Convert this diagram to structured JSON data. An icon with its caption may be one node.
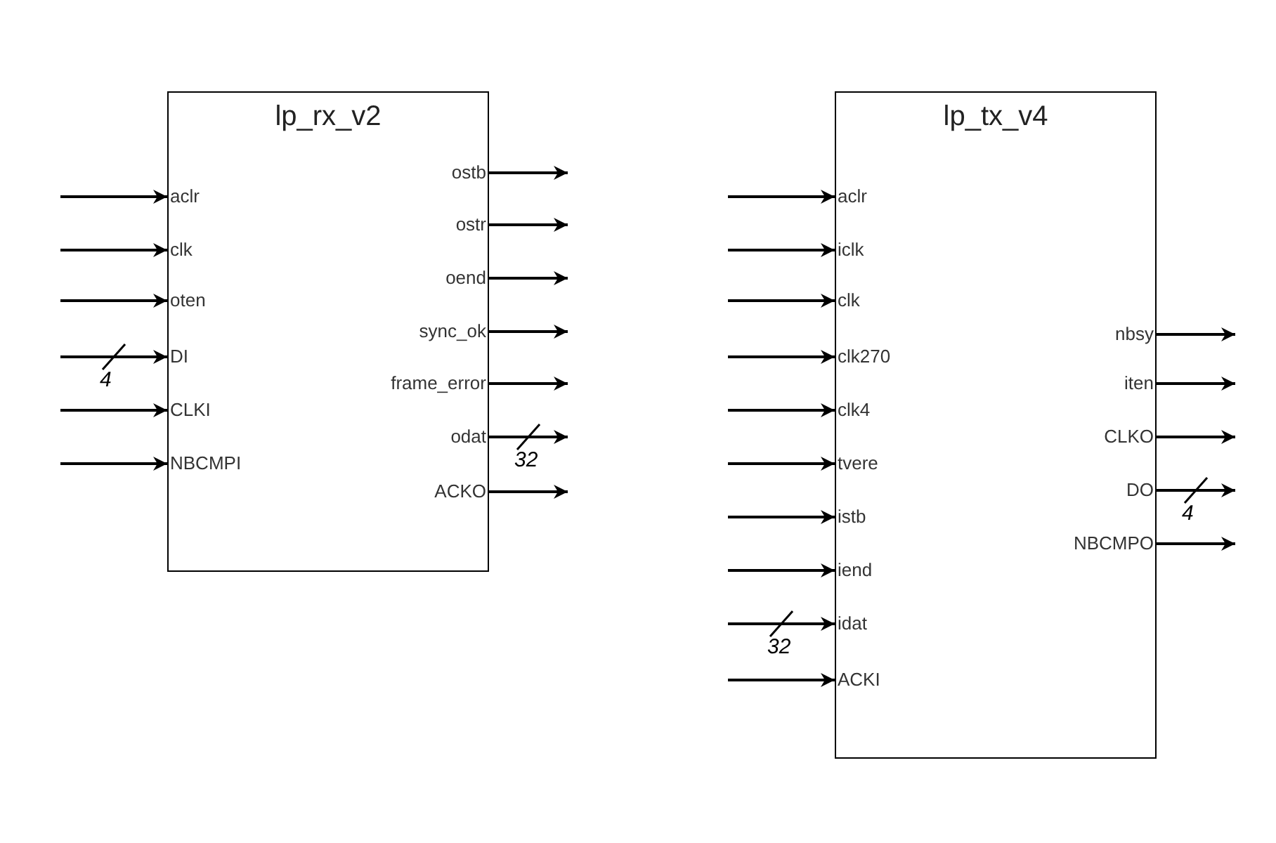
{
  "diagram": {
    "nodes": [
      {
        "text": [
          "lp_rx_v2"
        ]
      },
      {
        "text": [
          "aclr"
        ],
        "in": 0
      },
      {
        "text": [
          "clk"
        ],
        "in": 0
      },
      {
        "text": [
          "oten"
        ],
        "in": 0
      },
      {
        "text": [
          "DI"
        ],
        "in": 0
      },
      {
        "text": [
          "CLKI"
        ],
        "in": 0
      },
      {
        "text": [
          "NBCMPI"
        ],
        "in": 0
      },
      {
        "text": [
          "ostb"
        ],
        "in": 0
      },
      {
        "text": [
          "ostr"
        ],
        "in": 0
      },
      {
        "text": [
          "oend"
        ],
        "in": 0
      },
      {
        "text": [
          "sync_ok"
        ],
        "in": 0
      },
      {
        "text": [
          "frame_error"
        ],
        "in": 0
      },
      {
        "text": [
          "odat"
        ],
        "in": 0
      },
      {
        "text": [
          "ACKO"
        ],
        "in": 0
      },
      {
        "text": [
          "lp_tx_v4"
        ]
      },
      {
        "text": [
          "aclr"
        ],
        "in": 14
      },
      {
        "text": [
          "iclk"
        ],
        "in": 14
      },
      {
        "text": [
          "clk"
        ],
        "in": 14
      },
      {
        "text": [
          "clk270"
        ],
        "in": 14
      },
      {
        "text": [
          "clk4"
        ],
        "in": 14
      },
      {
        "text": [
          "tvere"
        ],
        "in": 14
      },
      {
        "text": [
          "istb"
        ],
        "in": 14
      },
      {
        "text": [
          "iend"
        ],
        "in": 14
      },
      {
        "text": [
          "idat"
        ],
        "in": 14
      },
      {
        "text": [
          "ACKI"
        ],
        "in": 14
      },
      {
        "text": [
          "nbsy"
        ],
        "in": 14
      },
      {
        "text": [
          "iten"
        ],
        "in": 14
      },
      {
        "text": [
          "CLKO"
        ],
        "in": 14
      },
      {
        "text": [
          "DO"
        ],
        "in": 14
      },
      {
        "text": [
          "NBCMPO"
        ],
        "in": 14
      }
    ],
    "edges": [
      {
        "from": null,
        "to": 1,
        "arrow": "to"
      },
      {
        "from": null,
        "to": 2,
        "arrow": "to"
      },
      {
        "from": null,
        "to": 3,
        "arrow": "to"
      },
      {
        "from": null,
        "to": 4,
        "arrow": "to",
        "label": "4"
      },
      {
        "from": null,
        "to": 5,
        "arrow": "to"
      },
      {
        "from": null,
        "to": 6,
        "arrow": "to"
      },
      {
        "from": 7,
        "to": null,
        "arrow": "to"
      },
      {
        "from": 8,
        "to": null,
        "arrow": "to"
      },
      {
        "from": 9,
        "to": null,
        "arrow": "to"
      },
      {
        "from": 10,
        "to": null,
        "arrow": "to"
      },
      {
        "from": 11,
        "to": null,
        "arrow": "to"
      },
      {
        "from": 12,
        "to": null,
        "arrow": "to",
        "label": "32"
      },
      {
        "from": 13,
        "to": null,
        "arrow": "to"
      },
      {
        "from": null,
        "to": 15,
        "arrow": "to"
      },
      {
        "from": null,
        "to": 16,
        "arrow": "to"
      },
      {
        "from": null,
        "to": 17,
        "arrow": "to"
      },
      {
        "from": null,
        "to": 18,
        "arrow": "to"
      },
      {
        "from": null,
        "to": 19,
        "arrow": "to"
      },
      {
        "from": null,
        "to": 20,
        "arrow": "to"
      },
      {
        "from": null,
        "to": 21,
        "arrow": "to"
      },
      {
        "from": null,
        "to": 22,
        "arrow": "to"
      },
      {
        "from": null,
        "to": 23,
        "arrow": "to",
        "label": "32"
      },
      {
        "from": null,
        "to": 24,
        "arrow": "to"
      },
      {
        "from": 25,
        "to": null,
        "arrow": "to"
      },
      {
        "from": 26,
        "to": null,
        "arrow": "to"
      },
      {
        "from": 27,
        "to": null,
        "arrow": "to"
      },
      {
        "from": 28,
        "to": null,
        "arrow": "to",
        "label": "4"
      },
      {
        "from": 29,
        "to": null,
        "arrow": "to"
      }
    ]
  }
}
